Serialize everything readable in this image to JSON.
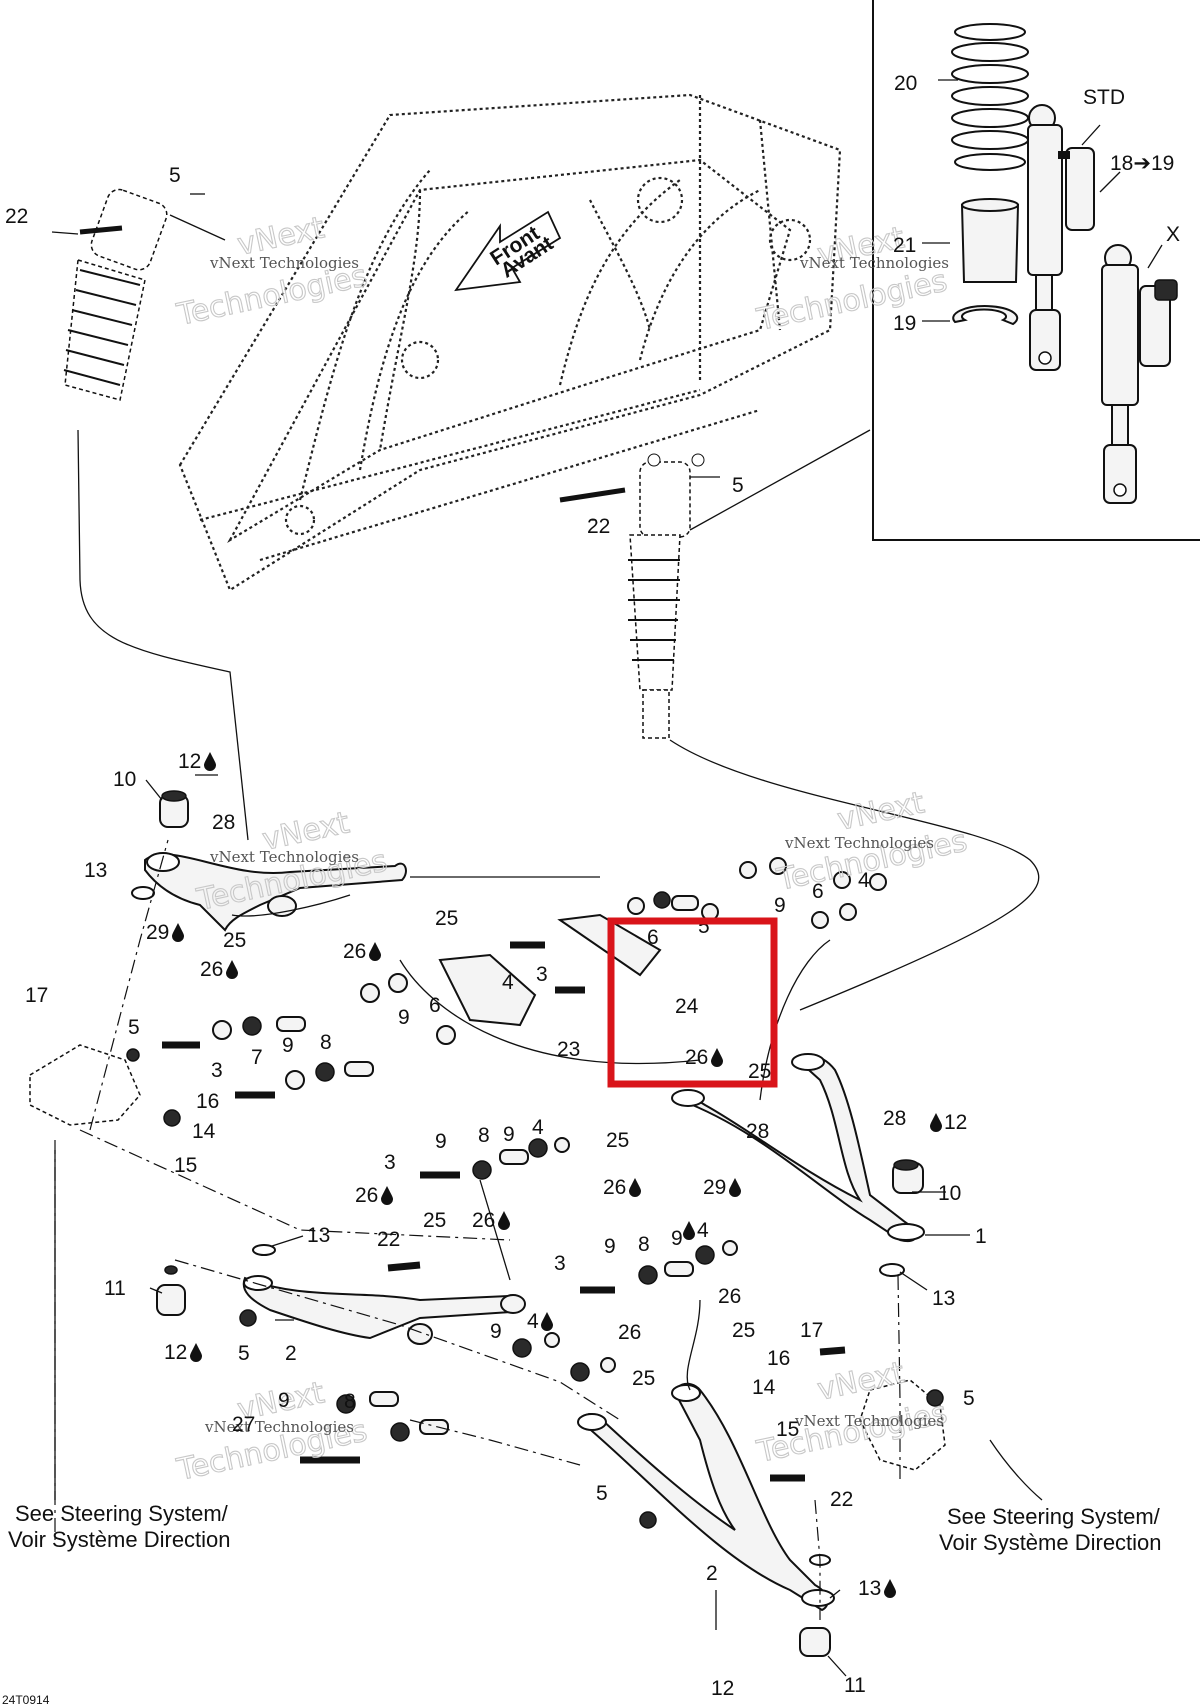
{
  "diagram": {
    "doc_code": "24T0914",
    "frame_arrow_label": [
      "Front",
      "Avant"
    ],
    "inset_labels": {
      "variant_std": "STD",
      "variant_x": "X",
      "range": "18➔19"
    },
    "notes": {
      "steering_left": [
        "See Steering System/",
        "Voir Système Direction"
      ],
      "steering_right": [
        "See Steering System/",
        "Voir Système Direction"
      ]
    },
    "watermark": {
      "line1": "vNext",
      "line2": "Technologies",
      "small": "vNext Technologies"
    },
    "callouts": [
      {
        "text": "20"
      },
      {
        "text": "21"
      },
      {
        "text": "19"
      },
      {
        "text": "5"
      },
      {
        "text": "22"
      },
      {
        "text": "5"
      },
      {
        "text": "22"
      },
      {
        "text": "12"
      },
      {
        "text": "10"
      },
      {
        "text": "28"
      },
      {
        "text": "13"
      },
      {
        "text": "29"
      },
      {
        "text": "25"
      },
      {
        "text": "25"
      },
      {
        "text": "26"
      },
      {
        "text": "26"
      },
      {
        "text": "6"
      },
      {
        "text": "5"
      },
      {
        "text": "9"
      },
      {
        "text": "6"
      },
      {
        "text": "4"
      },
      {
        "text": "24"
      },
      {
        "text": "26"
      },
      {
        "text": "25"
      },
      {
        "text": "4"
      },
      {
        "text": "3"
      },
      {
        "text": "6"
      },
      {
        "text": "9"
      },
      {
        "text": "23"
      },
      {
        "text": "17"
      },
      {
        "text": "5"
      },
      {
        "text": "3"
      },
      {
        "text": "7"
      },
      {
        "text": "9"
      },
      {
        "text": "8"
      },
      {
        "text": "16"
      },
      {
        "text": "14"
      },
      {
        "text": "15"
      },
      {
        "text": "12"
      },
      {
        "text": "28"
      },
      {
        "text": "28"
      },
      {
        "text": "25"
      },
      {
        "text": "26"
      },
      {
        "text": "29"
      },
      {
        "text": "10"
      },
      {
        "text": "1"
      },
      {
        "text": "13"
      },
      {
        "text": "9"
      },
      {
        "text": "8"
      },
      {
        "text": "9"
      },
      {
        "text": "4"
      },
      {
        "text": "3"
      },
      {
        "text": "26"
      },
      {
        "text": "25"
      },
      {
        "text": "26"
      },
      {
        "text": "13"
      },
      {
        "text": "22"
      },
      {
        "text": "11"
      },
      {
        "text": "12"
      },
      {
        "text": "5"
      },
      {
        "text": "2"
      },
      {
        "text": "3"
      },
      {
        "text": "9"
      },
      {
        "text": "8"
      },
      {
        "text": "9"
      },
      {
        "text": "4"
      },
      {
        "text": "26"
      },
      {
        "text": "25"
      },
      {
        "text": "9"
      },
      {
        "text": "4"
      },
      {
        "text": "26"
      },
      {
        "text": "25"
      },
      {
        "text": "9"
      },
      {
        "text": "8"
      },
      {
        "text": "27"
      },
      {
        "text": "17"
      },
      {
        "text": "16"
      },
      {
        "text": "14"
      },
      {
        "text": "15"
      },
      {
        "text": "5"
      },
      {
        "text": "22"
      },
      {
        "text": "5"
      },
      {
        "text": "2"
      },
      {
        "text": "13"
      },
      {
        "text": "12"
      },
      {
        "text": "11"
      }
    ],
    "highlight_color": "#d9141a"
  }
}
